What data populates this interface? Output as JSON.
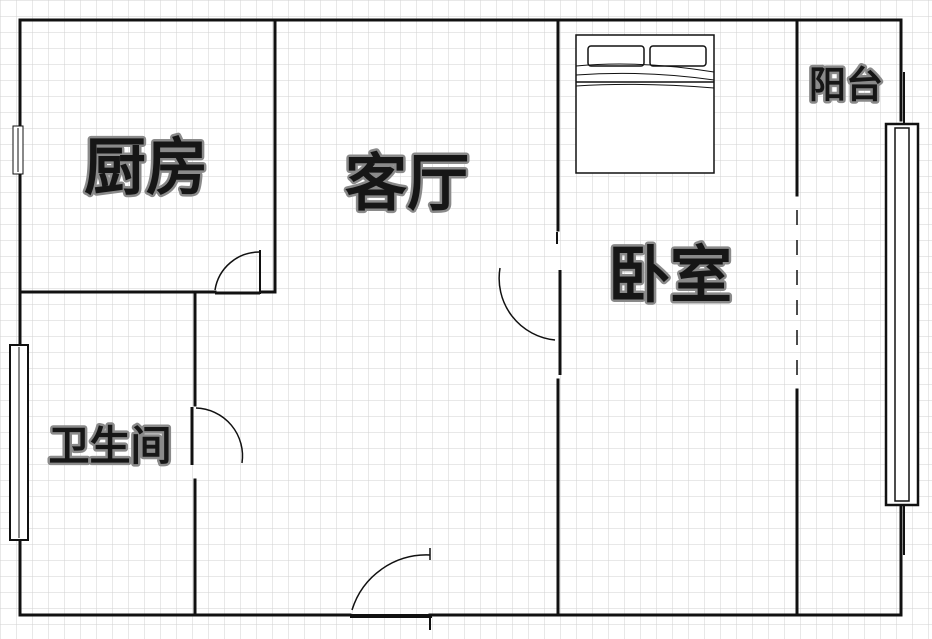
{
  "floor_plan": {
    "rooms": [
      {
        "id": "kitchen",
        "label": "厨房"
      },
      {
        "id": "living",
        "label": "客厅"
      },
      {
        "id": "bedroom",
        "label": "卧室"
      },
      {
        "id": "balcony",
        "label": "阳台"
      },
      {
        "id": "bathroom",
        "label": "卫生间"
      }
    ]
  },
  "colors": {
    "background": "#ffffff",
    "grid": "#d2d2d2",
    "wall": "#111111",
    "label_fill": "#161616",
    "label_outline": "#8a8a8a"
  }
}
